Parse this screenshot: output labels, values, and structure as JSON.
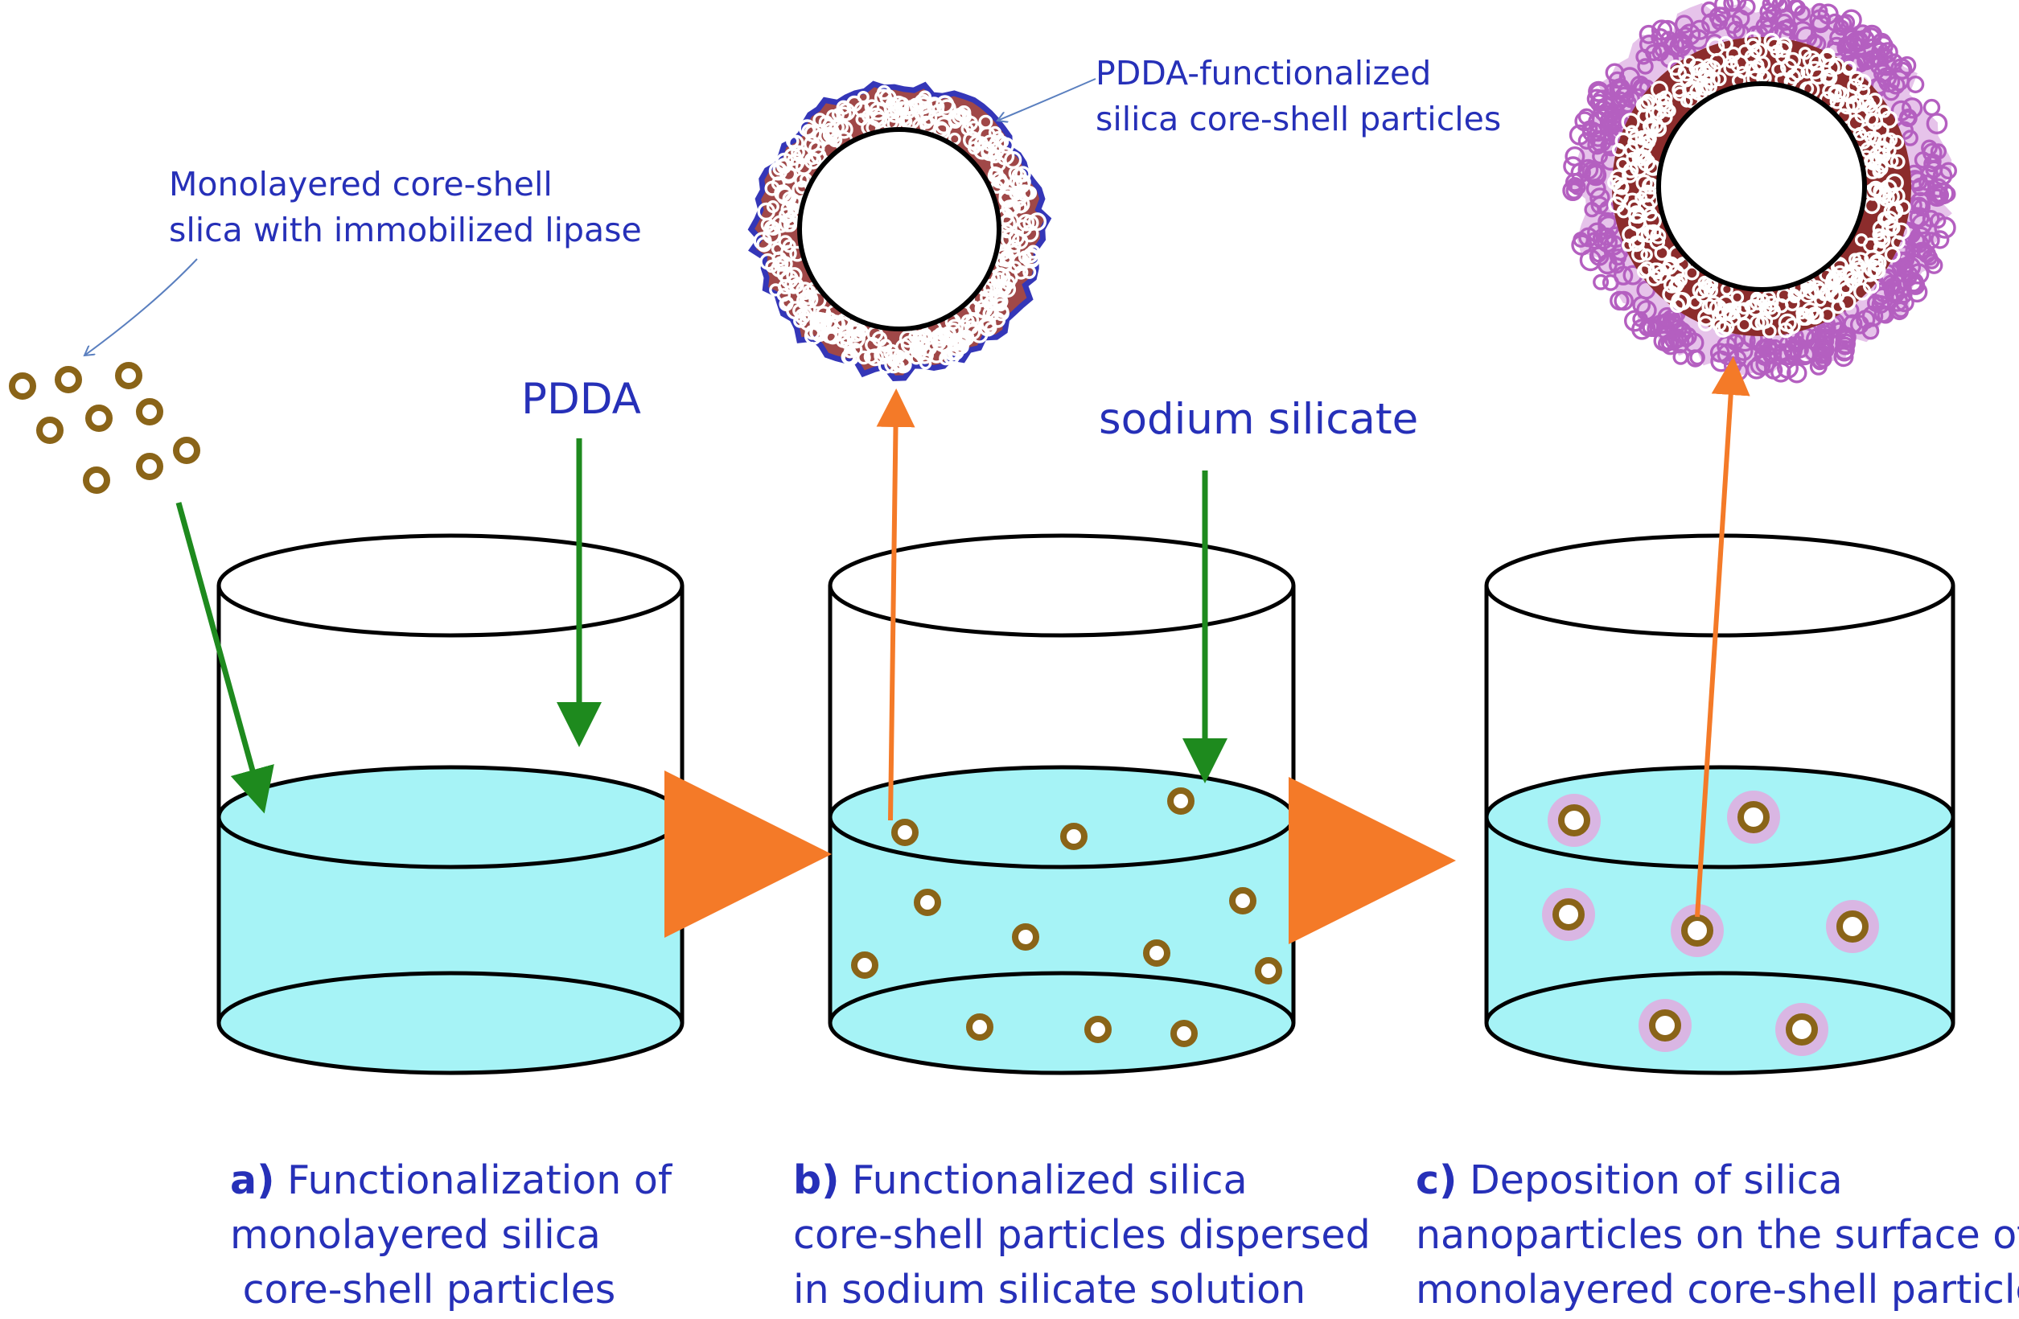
{
  "labels": {
    "monolayer_line1": "Monolayered core-shell",
    "monolayer_line2": "slica with immobilized lipase",
    "pdda_func_line1": "PDDA-functionalized",
    "pdda_func_line2": "silica core-shell particles",
    "pdda": "PDDA",
    "sodium_silicate": "sodium silicate"
  },
  "captions": {
    "a": {
      "letter": "a)",
      "line1": " Functionalization of",
      "line2": "monolayered silica",
      "line3": " core-shell particles"
    },
    "b": {
      "letter": "b)",
      "line1": " Functionalized silica",
      "line2": "core-shell particles dispersed",
      "line3": "in sodium silicate solution"
    },
    "c": {
      "letter": "c)",
      "line1": " Deposition of silica",
      "line2": "nanoparticles on the surface of",
      "line3": "monolayered core-shell particles"
    }
  },
  "colors": {
    "label_text": "#2630b8",
    "liquid": "#a6f3f6",
    "particle": "#8a6418",
    "halo": "#d9b6e3",
    "green_arrow": "#1e8a1e",
    "orange_arrow": "#f47a28",
    "shell_brown": "#7a1a1a",
    "outer_blue": "#3436b8",
    "outer_purple": "#b45fc0"
  }
}
